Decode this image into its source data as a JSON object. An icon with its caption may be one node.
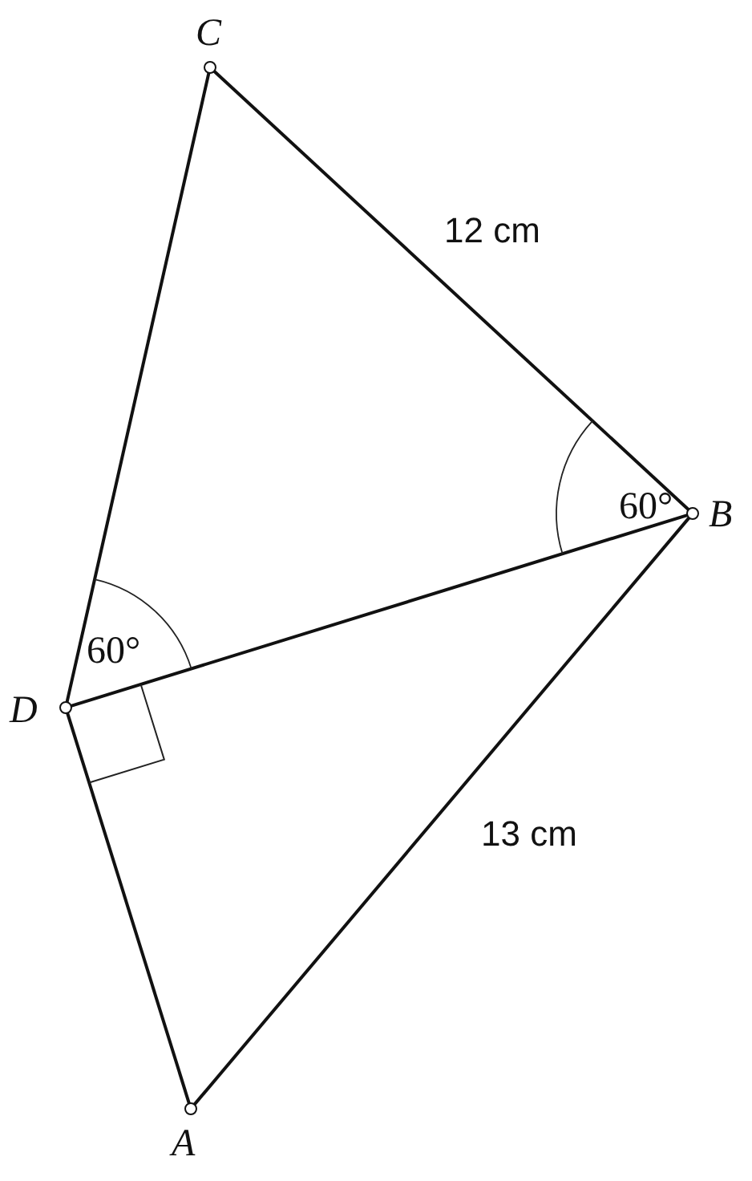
{
  "diagram": {
    "nodes": [
      {
        "text": [],
        "shape": "circle",
        "beside": [
          "C"
        ]
      },
      {
        "text": [],
        "shape": "circle",
        "beside": [
          "B"
        ]
      },
      {
        "text": [],
        "shape": "circle",
        "beside": [
          "D"
        ]
      },
      {
        "text": [],
        "shape": "circle",
        "beside": [
          "A"
        ]
      }
    ],
    "edges": [
      {
        "from": 0,
        "to": 1,
        "arrow": "none",
        "label": "12 cm"
      },
      {
        "from": 2,
        "to": 1,
        "arrow": "none"
      },
      {
        "from": 2,
        "to": 0,
        "arrow": "none"
      },
      {
        "from": 2,
        "to": 3,
        "arrow": "none"
      },
      {
        "from": 3,
        "to": 1,
        "arrow": "none",
        "label": "13 cm"
      }
    ],
    "labels": [
      "60°",
      "60°"
    ]
  }
}
